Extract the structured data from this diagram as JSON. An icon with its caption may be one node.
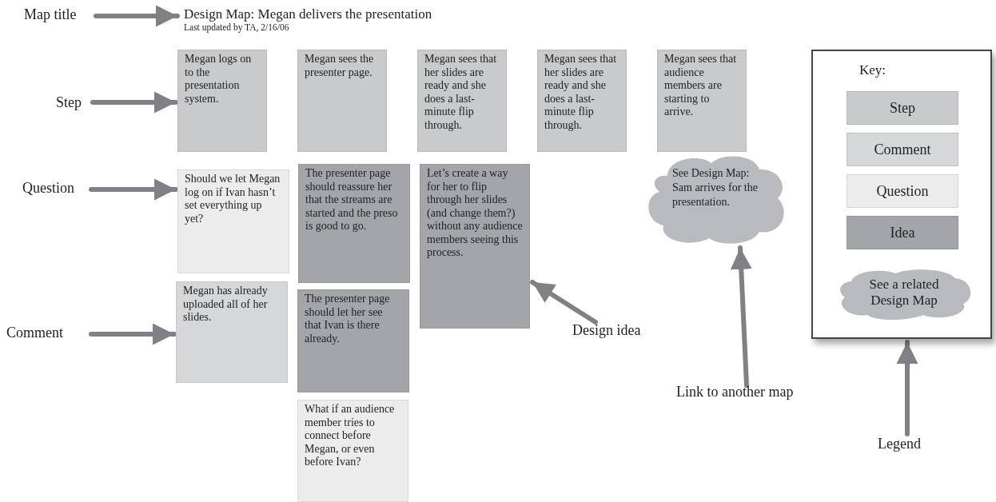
{
  "diagram": {
    "nodes": [
      {
        "text": [
          "Map title"
        ]
      },
      {
        "text": [
          "Design Map: Megan delivers the presentation",
          "Last updated by TA, 2/16/06"
        ]
      },
      {
        "text": [
          "Step"
        ]
      },
      {
        "text": [
          "Megan logs on to the presentation system."
        ]
      },
      {
        "text": [
          "Megan sees the presenter page."
        ]
      },
      {
        "text": [
          "Megan sees that her slides are ready and she does a last-minute flip through."
        ]
      },
      {
        "text": [
          "Megan sees that her slides are ready and she does a last-minute flip through."
        ]
      },
      {
        "text": [
          "Megan sees that audience members are starting to arrive."
        ]
      },
      {
        "text": [
          "Question"
        ]
      },
      {
        "text": [
          "Should we let Megan log on if Ivan hasn’t set everything up yet?"
        ]
      },
      {
        "text": [
          "The presenter page should reassure her that the streams are started and the preso is good to go."
        ]
      },
      {
        "text": [
          "Let’s create a way for her to flip through her slides (and change them?) without any audience members seeing this process."
        ]
      },
      {
        "text": [
          "See Design Map: Sam arrives for the presentation."
        ]
      },
      {
        "text": [
          "Key:"
        ]
      },
      {
        "text": [
          "Comment"
        ]
      },
      {
        "text": [
          "Megan has already uploaded all of her slides."
        ]
      },
      {
        "text": [
          "The presenter page should let her see that Ivan is there already."
        ]
      },
      {
        "text": [
          "What if an audience member tries to connect before Megan, or even before Ivan?"
        ]
      },
      {
        "text": [
          "Design idea"
        ]
      },
      {
        "text": [
          "Link to another map"
        ]
      },
      {
        "text": [
          "Legend"
        ]
      }
    ],
    "edges": [
      {
        "from": 0,
        "to": 1,
        "arrow": "to"
      },
      {
        "from": 2,
        "to": 3,
        "arrow": "to"
      },
      {
        "from": 8,
        "to": 9,
        "arrow": "to"
      },
      {
        "from": 14,
        "to": 15,
        "arrow": "to"
      },
      {
        "from": 18,
        "to": 11,
        "arrow": "to"
      },
      {
        "from": 19,
        "to": 12,
        "arrow": "to"
      },
      {
        "from": 20,
        "to": 13,
        "arrow": "to"
      }
    ],
    "legend": [
      {
        "text": "Step",
        "color": "#c9cacc"
      },
      {
        "text": "Comment",
        "color": "#d6d7d9"
      },
      {
        "text": "Question",
        "color": "#ececec"
      },
      {
        "text": "Idea",
        "color": "#a4a5a8"
      },
      {
        "text": "See a related Design Map"
      }
    ]
  }
}
